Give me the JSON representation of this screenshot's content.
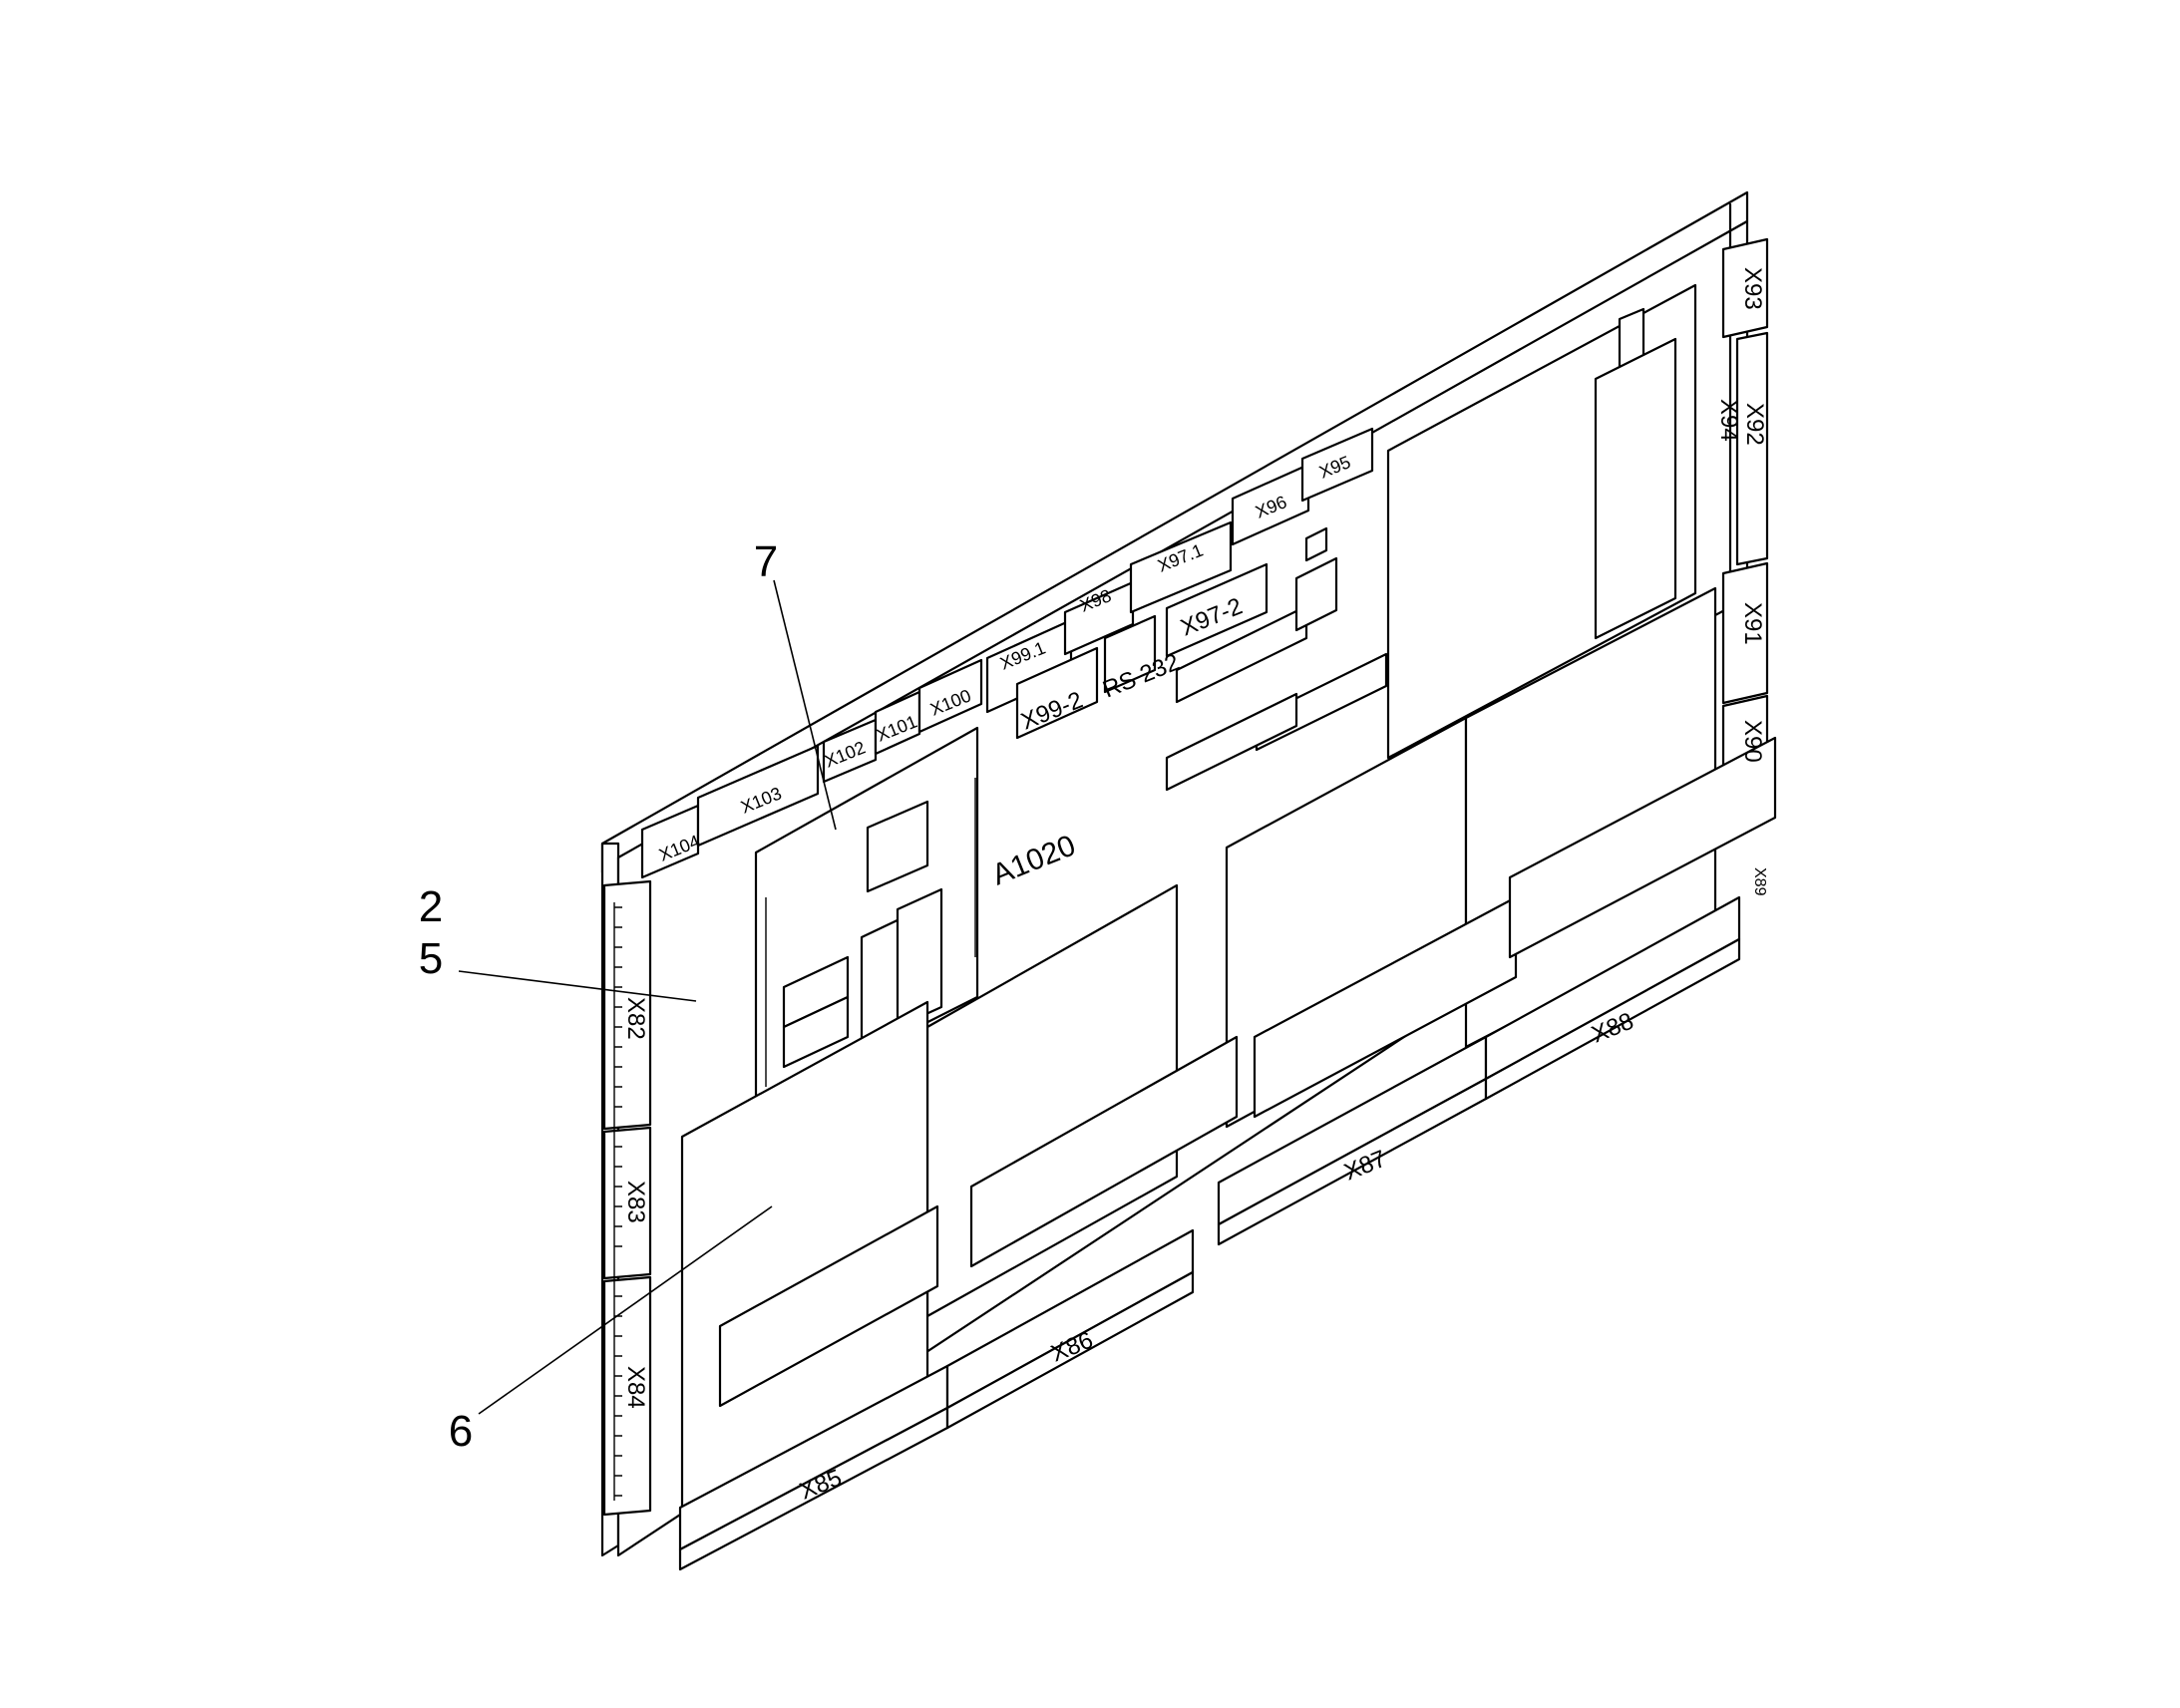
{
  "callouts": {
    "c2": "2",
    "c5": "5",
    "c6": "6",
    "c7": "7"
  },
  "board": {
    "id": "A1020",
    "rs": "RS 232"
  },
  "connectors": {
    "x82": "X82",
    "x83": "X83",
    "x84": "X84",
    "x85": "X85",
    "x86": "X86",
    "x87": "X87",
    "x88": "X88",
    "x89": "X89",
    "x90": "X90",
    "x91": "X91",
    "x92": "X92",
    "x93": "X93",
    "x94": "X94",
    "x95": "X95",
    "x96": "X96",
    "x97_1": "X97.1",
    "x97_2": "X97-2",
    "x98": "X98",
    "x99_1": "X99.1",
    "x99_2": "X99-2",
    "x100": "X100",
    "x101": "X101",
    "x102": "X102",
    "x103": "X103",
    "x104": "X104"
  }
}
